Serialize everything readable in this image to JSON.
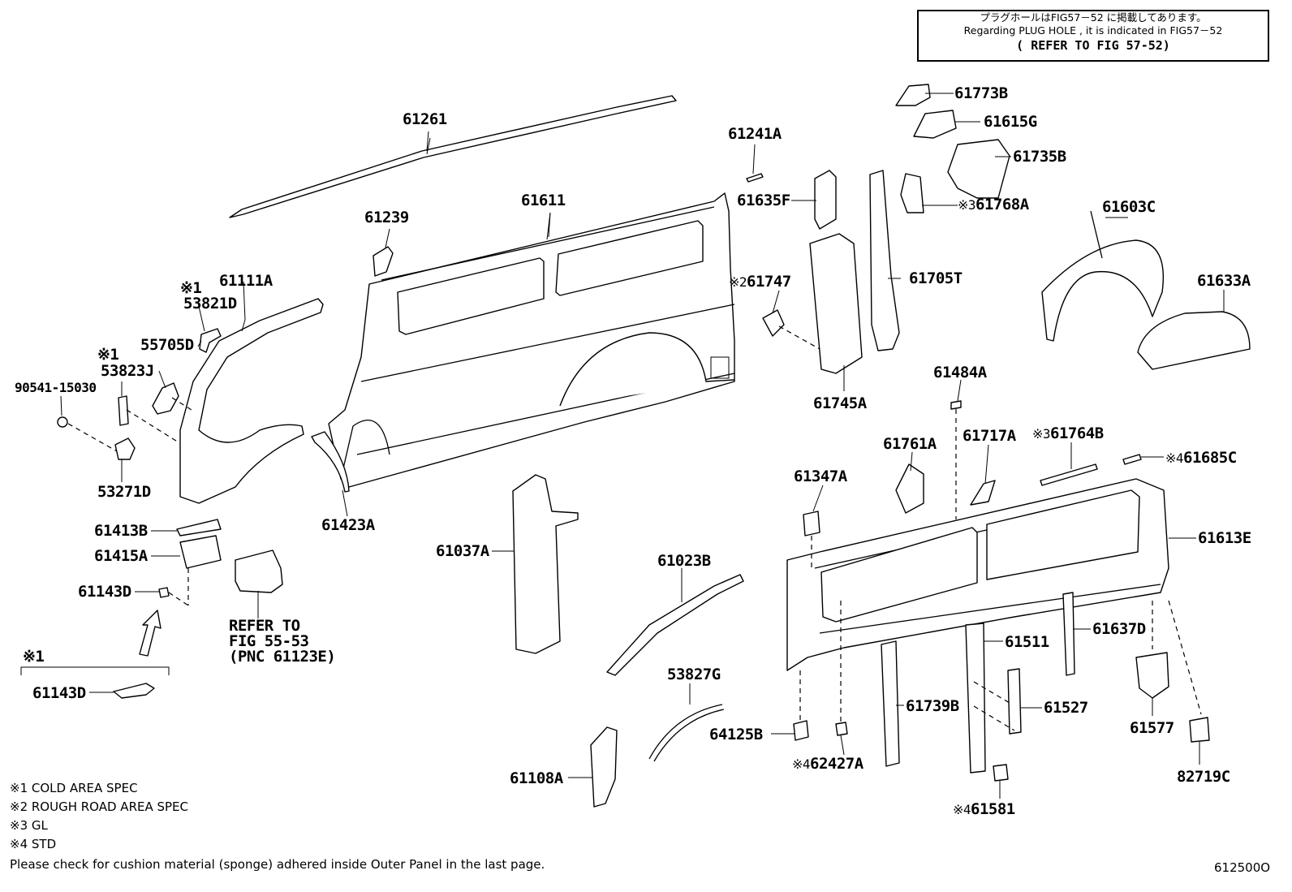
{
  "note_box": {
    "line_jp": "プラグホールはFIG57－52 に掲載してあります。",
    "line_en": "Regarding PLUG HOLE , it is indicated in FIG57－52",
    "line_ref": "( REFER TO FIG 57-52)"
  },
  "labels": {
    "p61261": "61261",
    "p61611": "61611",
    "p61239": "61239",
    "p61241A": "61241A",
    "p61635F": "61635F",
    "p61773B": "61773B",
    "p61615G": "61615G",
    "p61735B": "61735B",
    "p61768A": "61768A",
    "p61603C": "61603C",
    "p61633A": "61633A",
    "p61747": "61747",
    "p61705T": "61705T",
    "p61745A": "61745A",
    "p61111A": "61111A",
    "p53821D": "53821D",
    "p55705D": "55705D",
    "p53823J": "53823J",
    "p90541": "90541-15030",
    "p53271D": "53271D",
    "p61423A": "61423A",
    "p61413B": "61413B",
    "p61415A": "61415A",
    "p61143D_a": "61143D",
    "p61143D_b": "61143D",
    "p61037A": "61037A",
    "p61023B": "61023B",
    "p53827G": "53827G",
    "p61108A": "61108A",
    "p61484A": "61484A",
    "p61761A": "61761A",
    "p61717A": "61717A",
    "p61764B": "61764B",
    "p61685C": "61685C",
    "p61347A": "61347A",
    "p61613E": "61613E",
    "p61637D": "61637D",
    "p61511": "61511",
    "p61739B": "61739B",
    "p61527": "61527",
    "p61577": "61577",
    "p64125B": "64125B",
    "p62427A": "62427A",
    "p61581": "61581",
    "p82719C": "82719C"
  },
  "marks": {
    "m1": "※1",
    "m2": "※2",
    "m3": "※3",
    "m4": "※4"
  },
  "refer": {
    "line1": "REFER TO",
    "line2": "FIG 55-53",
    "line3": "(PNC 61123E)"
  },
  "legend": {
    "l1": "※1 COLD AREA SPEC",
    "l2": "※2 ROUGH ROAD AREA SPEC",
    "l3": "※3 GL",
    "l4": "※4 STD",
    "footnote": "Please check for cushion material (sponge) adhered inside Outer Panel in the last page."
  },
  "figure_code": "612500O"
}
